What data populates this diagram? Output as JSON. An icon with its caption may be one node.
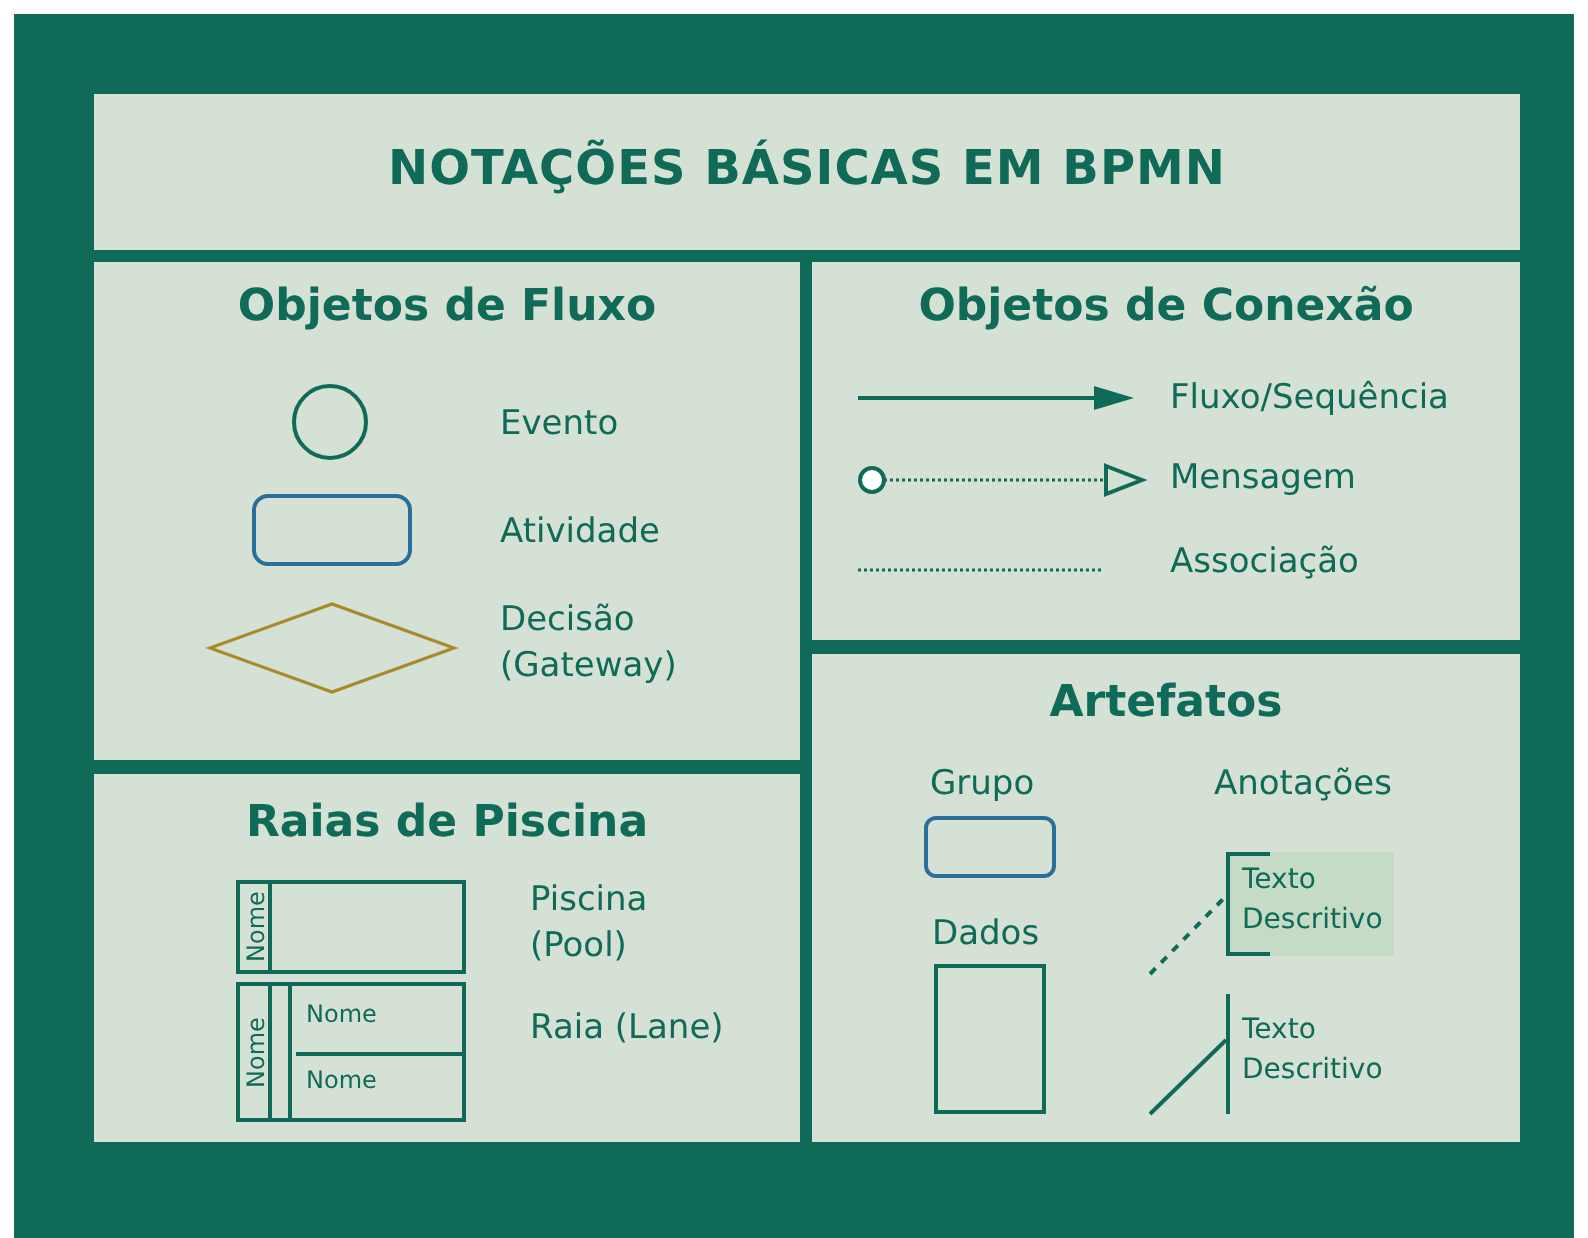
{
  "diagram": {
    "title": "NOTAÇÕES BÁSICAS EM BPMN",
    "nodes": [
      {
        "text": [
          "Objetos de Fluxo"
        ]
      },
      {
        "text": [],
        "shape": "circle",
        "in": 0,
        "beside": [
          "Evento"
        ]
      },
      {
        "text": [],
        "shape": "box",
        "in": 0,
        "beside": [
          "Atividade"
        ]
      },
      {
        "text": [],
        "shape": "diamond",
        "in": 0,
        "beside": [
          "Decisão (Gateway)"
        ]
      },
      {
        "text": [
          "Objetos de Conexão"
        ]
      },
      {
        "text": [
          "Raias de Piscina"
        ]
      },
      {
        "text": [
          "Nome"
        ],
        "in": 5,
        "beside": [
          "Piscina (Pool)"
        ]
      },
      {
        "text": [
          "Nome",
          "Nome",
          "Nome"
        ],
        "in": 5,
        "beside": [
          "Raia (Lane)"
        ]
      },
      {
        "text": [
          "Artefatos"
        ]
      },
      {
        "text": [],
        "shape": "box",
        "in": 8,
        "beside": [
          "Grupo"
        ]
      },
      {
        "text": [],
        "shape": "box",
        "in": 8,
        "beside": [
          "Dados"
        ]
      },
      {
        "text": [
          "Texto Descritivo"
        ],
        "in": 8
      },
      {
        "text": [
          "Texto Descritivo"
        ],
        "in": 8
      }
    ],
    "edges": [
      {
        "from": null,
        "to": 11,
        "arrow": "none",
        "style": "dashed"
      },
      {
        "from": null,
        "to": 12,
        "arrow": "none"
      }
    ],
    "labels": [
      "Fluxo/Sequência",
      "Mensagem",
      "Associação",
      "Anotações"
    ]
  }
}
